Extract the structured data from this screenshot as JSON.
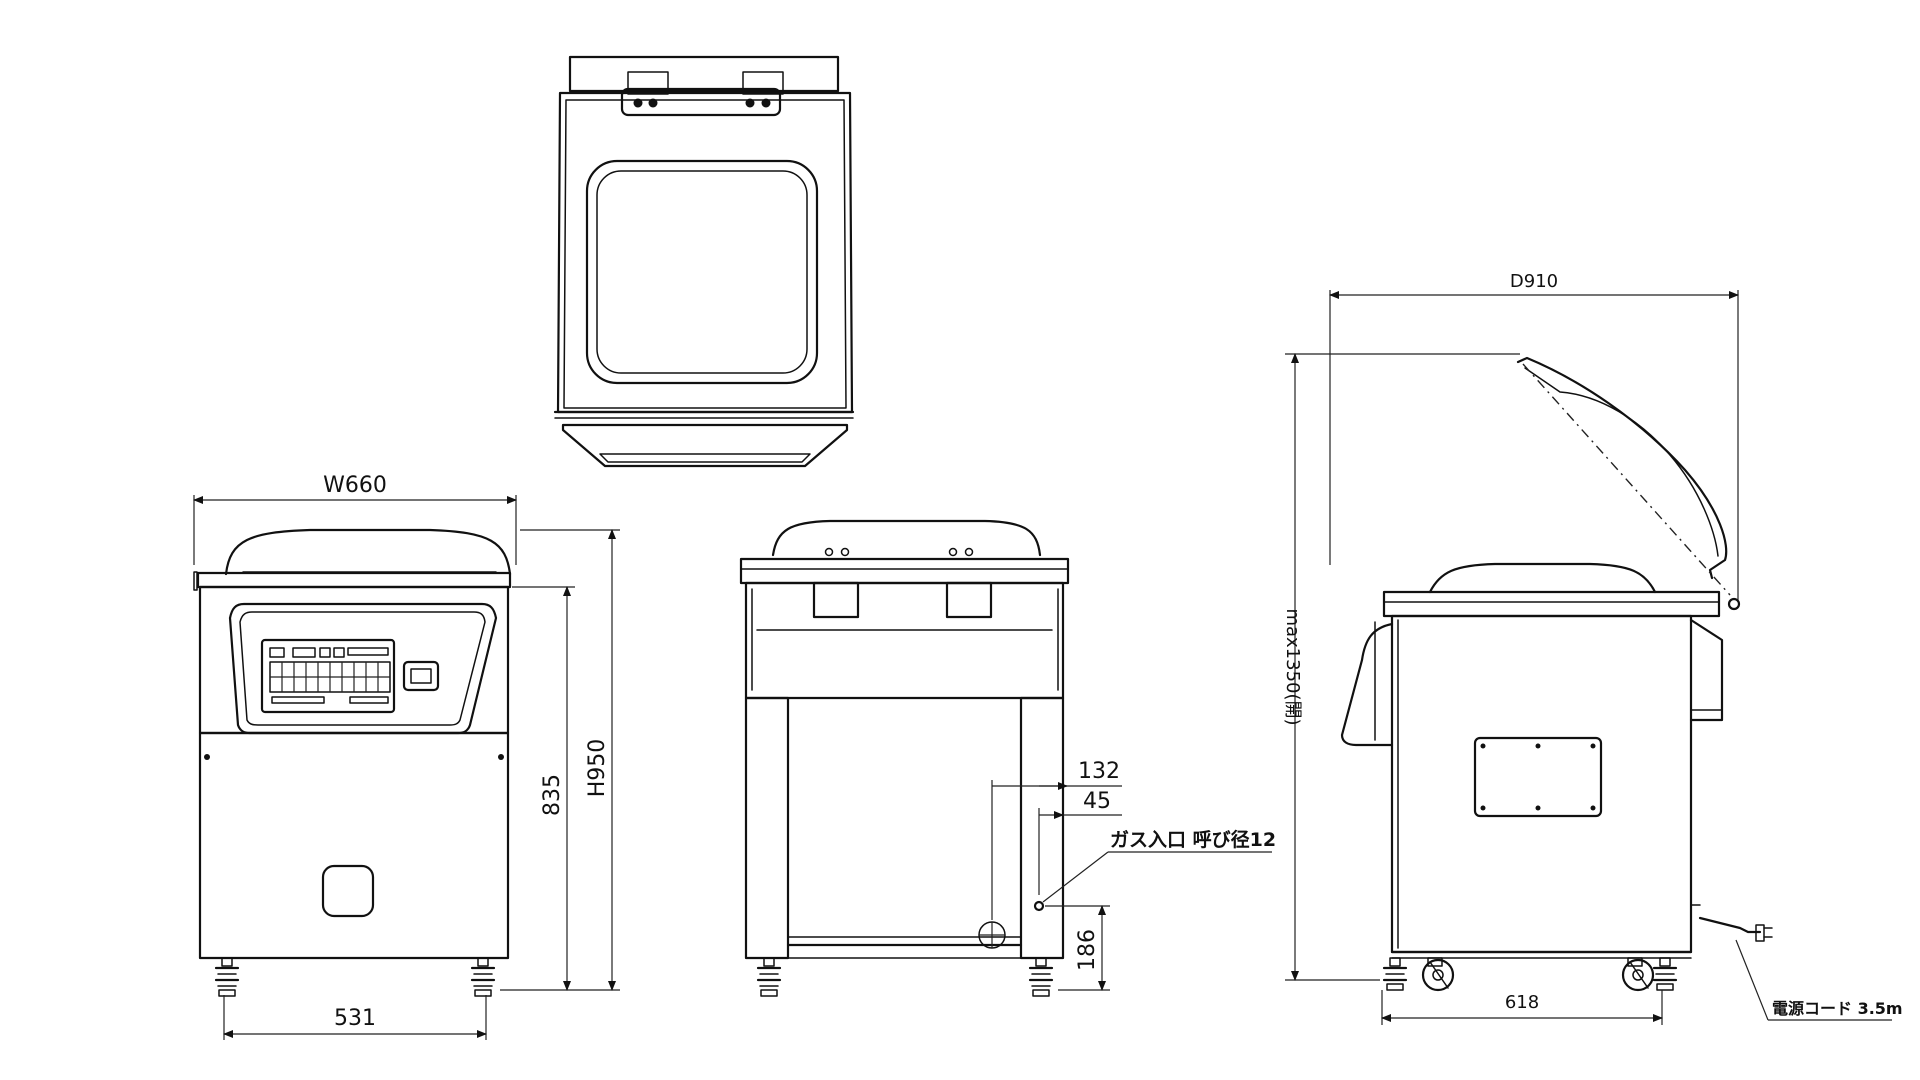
{
  "dimensions": {
    "width": "W660",
    "depth": "D910",
    "height": "H950",
    "body_height": "835",
    "foot_span_front": "531",
    "foot_span_side": "618",
    "gas_offset_outer": "132",
    "gas_offset_inner": "45",
    "gas_height": "186",
    "lid_open_height": "max1350(開)"
  },
  "notes": {
    "gas_inlet": "ガス入口 呼び径12",
    "power_cord": "電源コード 3.5m"
  }
}
